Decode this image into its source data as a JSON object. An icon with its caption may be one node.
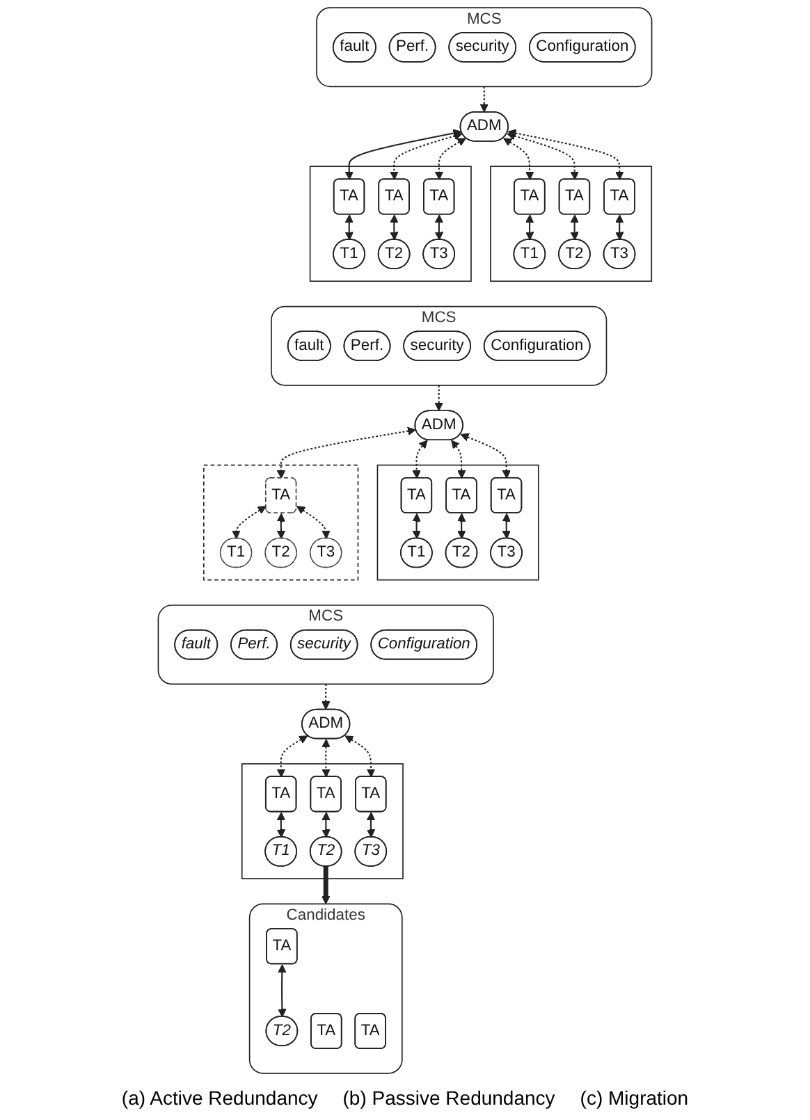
{
  "diagram": {
    "nodes": [
      {
        "text": [
          "MCS"
        ]
      },
      {
        "text": [
          "fault"
        ],
        "in": 0
      },
      {
        "text": [
          "Perf."
        ],
        "in": 0
      },
      {
        "text": [
          "security"
        ],
        "in": 0
      },
      {
        "text": [
          "Configuration"
        ],
        "in": 0
      },
      {
        "text": [
          "ADM"
        ]
      },
      {
        "text": [],
        "shape": "box"
      },
      {
        "text": [
          "TA"
        ],
        "in": 6
      },
      {
        "text": [
          "T1"
        ],
        "in": 6
      },
      {
        "text": [
          "TA"
        ],
        "in": 6
      },
      {
        "text": [
          "T2"
        ],
        "in": 6
      },
      {
        "text": [
          "TA"
        ],
        "in": 6
      },
      {
        "text": [
          "T3"
        ],
        "in": 6
      },
      {
        "text": [],
        "shape": "box"
      },
      {
        "text": [
          "TA"
        ],
        "in": 13
      },
      {
        "text": [
          "T1"
        ],
        "in": 13
      },
      {
        "text": [
          "TA"
        ],
        "in": 13
      },
      {
        "text": [
          "T2"
        ],
        "in": 13
      },
      {
        "text": [
          "TA"
        ],
        "in": 13
      },
      {
        "text": [
          "T3"
        ],
        "in": 13
      },
      {
        "text": [
          "MCS"
        ]
      },
      {
        "text": [
          "fault"
        ],
        "in": 20
      },
      {
        "text": [
          "Perf."
        ],
        "in": 20
      },
      {
        "text": [
          "security"
        ],
        "in": 20
      },
      {
        "text": [
          "Configuration"
        ],
        "in": 20
      },
      {
        "text": [
          "ADM"
        ]
      },
      {
        "text": [],
        "shape": "box"
      },
      {
        "text": [
          "TA"
        ],
        "in": 26
      },
      {
        "text": [
          "T1"
        ],
        "in": 26
      },
      {
        "text": [
          "TA"
        ],
        "in": 26
      },
      {
        "text": [
          "T2"
        ],
        "in": 26
      },
      {
        "text": [
          "TA"
        ],
        "in": 26
      },
      {
        "text": [
          "T3"
        ],
        "in": 26
      },
      {
        "text": [],
        "shape": "box"
      },
      {
        "text": [
          "TA"
        ],
        "in": 33
      },
      {
        "text": [
          "T1"
        ],
        "in": 33
      },
      {
        "text": [
          "T2"
        ],
        "in": 33
      },
      {
        "text": [
          "T3"
        ],
        "in": 33
      },
      {
        "text": [
          "MCS"
        ]
      },
      {
        "text": [
          "fault"
        ],
        "in": 38
      },
      {
        "text": [
          "Perf."
        ],
        "in": 38
      },
      {
        "text": [
          "security"
        ],
        "in": 38
      },
      {
        "text": [
          "Configuration"
        ],
        "in": 38
      },
      {
        "text": [
          "ADM"
        ]
      },
      {
        "text": [],
        "shape": "box"
      },
      {
        "text": [
          "TA"
        ],
        "in": 44
      },
      {
        "text": [
          "T1"
        ],
        "in": 44
      },
      {
        "text": [
          "TA"
        ],
        "in": 44
      },
      {
        "text": [
          "T2"
        ],
        "in": 44
      },
      {
        "text": [
          "TA"
        ],
        "in": 44
      },
      {
        "text": [
          "T3"
        ],
        "in": 44
      },
      {
        "text": [
          "Candidates"
        ]
      },
      {
        "text": [
          "TA"
        ],
        "in": 51
      },
      {
        "text": [
          "T2"
        ],
        "in": 51
      },
      {
        "text": [
          "TA"
        ],
        "in": 51
      },
      {
        "text": [
          "TA"
        ],
        "in": 51
      }
    ],
    "edges": [
      {
        "from": 0,
        "to": 5,
        "arrow": "to",
        "style": "dashed"
      },
      {
        "from": 5,
        "to": 7,
        "arrow": "both",
        "style": "dashed"
      },
      {
        "from": 5,
        "to": 9,
        "arrow": "both",
        "style": "dashed"
      },
      {
        "from": 5,
        "to": 11,
        "arrow": "both",
        "style": "dashed"
      },
      {
        "from": 5,
        "to": 14,
        "arrow": "both"
      },
      {
        "from": 5,
        "to": 16,
        "arrow": "both",
        "style": "dashed"
      },
      {
        "from": 5,
        "to": 18,
        "arrow": "both",
        "style": "dashed"
      },
      {
        "from": 7,
        "to": 8,
        "arrow": "both"
      },
      {
        "from": 9,
        "to": 10,
        "arrow": "both"
      },
      {
        "from": 11,
        "to": 12,
        "arrow": "both"
      },
      {
        "from": 14,
        "to": 15,
        "arrow": "both"
      },
      {
        "from": 16,
        "to": 17,
        "arrow": "both"
      },
      {
        "from": 18,
        "to": 19,
        "arrow": "both"
      },
      {
        "from": 20,
        "to": 25,
        "arrow": "to",
        "style": "dashed"
      },
      {
        "from": 25,
        "to": 27,
        "arrow": "both",
        "style": "dashed"
      },
      {
        "from": 25,
        "to": 29,
        "arrow": "both",
        "style": "dashed"
      },
      {
        "from": 25,
        "to": 31,
        "arrow": "both",
        "style": "dashed"
      },
      {
        "from": 25,
        "to": 34,
        "arrow": "both",
        "style": "dashed"
      },
      {
        "from": 27,
        "to": 28,
        "arrow": "both"
      },
      {
        "from": 29,
        "to": 30,
        "arrow": "both"
      },
      {
        "from": 31,
        "to": 32,
        "arrow": "both"
      },
      {
        "from": 34,
        "to": 35,
        "arrow": "both",
        "style": "dashed"
      },
      {
        "from": 34,
        "to": 36,
        "arrow": "both"
      },
      {
        "from": 34,
        "to": 37,
        "arrow": "both",
        "style": "dashed"
      },
      {
        "from": 38,
        "to": 43,
        "arrow": "to",
        "style": "dashed"
      },
      {
        "from": 43,
        "to": 45,
        "arrow": "both",
        "style": "dashed"
      },
      {
        "from": 43,
        "to": 47,
        "arrow": "both",
        "style": "dashed"
      },
      {
        "from": 43,
        "to": 49,
        "arrow": "both",
        "style": "dashed"
      },
      {
        "from": 45,
        "to": 46,
        "arrow": "both"
      },
      {
        "from": 47,
        "to": 48,
        "arrow": "both"
      },
      {
        "from": 49,
        "to": 50,
        "arrow": "both"
      },
      {
        "from": 48,
        "to": 51,
        "arrow": "to",
        "style": "thick"
      },
      {
        "from": 52,
        "to": 53,
        "arrow": "both"
      }
    ],
    "labels": [
      "(a) Active Redundancy",
      "(b) Passive Redundancy",
      "(c) Migration"
    ]
  }
}
